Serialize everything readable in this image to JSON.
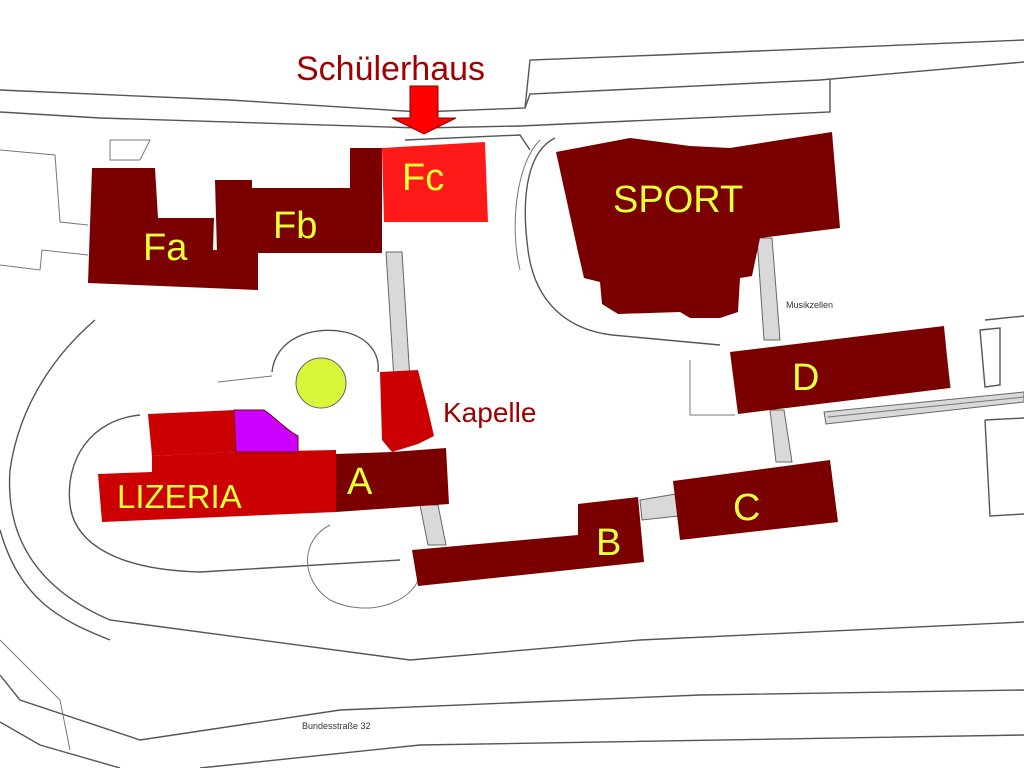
{
  "map": {
    "annotations": {
      "schuelerhaus": "Schülerhaus",
      "kapelle": "Kapelle",
      "musikzellen": "Musikzellen",
      "street": "Bundesstraße 32"
    },
    "buildings": {
      "fa": "Fa",
      "fb": "Fb",
      "fc": "Fc",
      "sport": "SPORT",
      "d": "D",
      "c": "C",
      "b": "B",
      "a": "A",
      "lizeria": "LIZERIA"
    },
    "colors": {
      "building_dark": "#7a0000",
      "building_red": "#cc0000",
      "building_bright": "#ff1a1a",
      "annex_magenta": "#cc00ff",
      "roundel_yellow": "#d8f53a",
      "label_yellow": "#e8ff3a",
      "annotation_red": "#a00000",
      "arrow_red": "#ff0000"
    }
  }
}
